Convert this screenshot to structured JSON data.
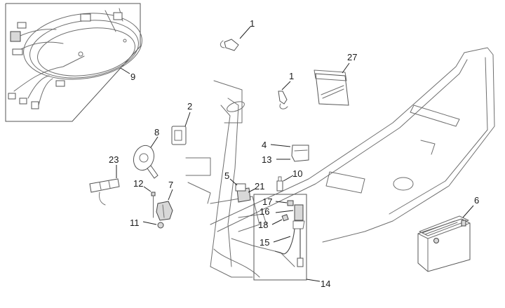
{
  "diagram": {
    "type": "exploded-parts-diagram",
    "subject": "scooter frame electrical components",
    "callouts": [
      {
        "id": "harness",
        "label": "9",
        "part": "wiring harness (inset)"
      },
      {
        "id": "bulb-upper",
        "label": "1",
        "part": "bulb socket"
      },
      {
        "id": "bulb-lower",
        "label": "1",
        "part": "bulb socket"
      },
      {
        "id": "tool-bag",
        "label": "27",
        "part": "document/tool bag"
      },
      {
        "id": "relay-2",
        "label": "2",
        "part": "relay"
      },
      {
        "id": "horn",
        "label": "8",
        "part": "horn"
      },
      {
        "id": "relay-4",
        "label": "4",
        "part": "relay"
      },
      {
        "id": "cover-13",
        "label": "13",
        "part": "relay cover"
      },
      {
        "id": "sensor-23",
        "label": "23",
        "part": "sensor/bracket"
      },
      {
        "id": "relay-5",
        "label": "5",
        "part": "relay"
      },
      {
        "id": "rubber-21",
        "label": "21",
        "part": "rubber mount"
      },
      {
        "id": "switch-10",
        "label": "10",
        "part": "switch"
      },
      {
        "id": "screw-12",
        "label": "12",
        "part": "screw"
      },
      {
        "id": "regulator-7",
        "label": "7",
        "part": "voltage regulator"
      },
      {
        "id": "nut-11",
        "label": "11",
        "part": "nut"
      },
      {
        "id": "fuse-17",
        "label": "17",
        "part": "fuse"
      },
      {
        "id": "fuse-holder-16",
        "label": "16",
        "part": "fuse holder"
      },
      {
        "id": "fuse-18",
        "label": "18",
        "part": "fuse"
      },
      {
        "id": "cable-15",
        "label": "15",
        "part": "battery cable"
      },
      {
        "id": "group-14",
        "label": "14",
        "part": "fuse box assembly (group)"
      },
      {
        "id": "battery",
        "label": "6",
        "part": "battery"
      }
    ]
  }
}
